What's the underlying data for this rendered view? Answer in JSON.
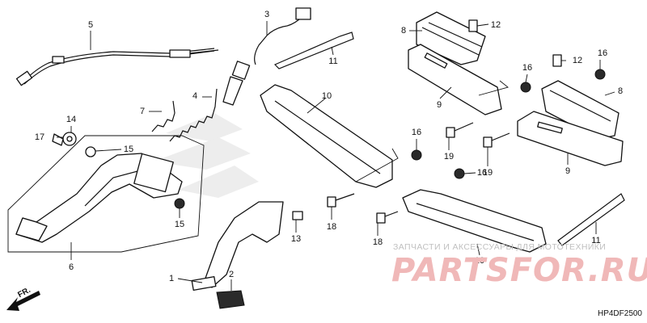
{
  "diagram": {
    "code": "HP4DF2500",
    "front_marker": "FR.",
    "watermark": {
      "caption": "ЗАПЧАСТИ И АКСЕССУАРЫ ДЛЯ МОТОТЕХНИКИ",
      "logo": "PARTSFOR.RU"
    },
    "callouts": [
      "1",
      "2",
      "3",
      "4",
      "5",
      "6",
      "7",
      "8",
      "8",
      "9",
      "9",
      "10",
      "10",
      "11",
      "11",
      "12",
      "12",
      "13",
      "14",
      "15",
      "15",
      "16",
      "16",
      "16",
      "16",
      "17",
      "18",
      "18",
      "19",
      "19"
    ]
  }
}
